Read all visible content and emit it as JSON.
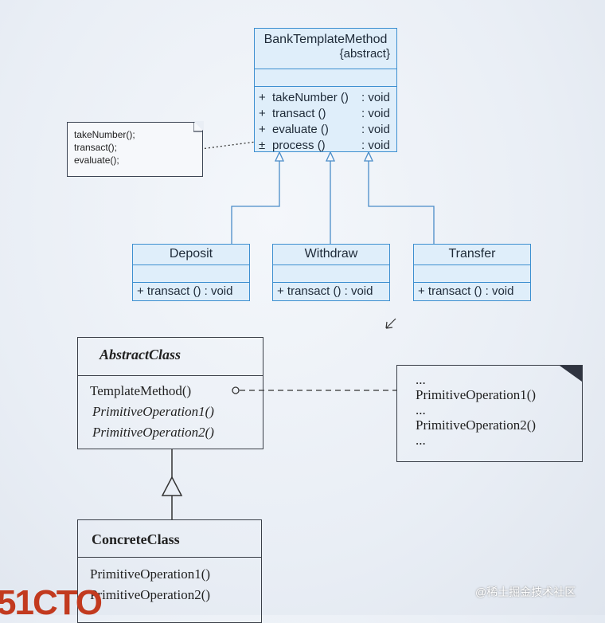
{
  "top_diagram": {
    "bank": {
      "name": "BankTemplateMethod",
      "stereotype": "{abstract}",
      "operations": [
        {
          "vis": "+",
          "name": "takeNumber ()",
          "type": ": void"
        },
        {
          "vis": "+",
          "name": "transact ()",
          "type": ": void"
        },
        {
          "vis": "+",
          "name": "evaluate ()",
          "type": ": void"
        },
        {
          "vis": "±",
          "name": "process ()",
          "type": ": void"
        }
      ]
    },
    "note": [
      "takeNumber();",
      "transact();",
      "evaluate();"
    ],
    "subclasses": [
      {
        "name": "Deposit",
        "operation": "+ transact () : void"
      },
      {
        "name": "Withdraw",
        "operation": "+ transact () : void"
      },
      {
        "name": "Transfer",
        "operation": "+ transact () : void"
      }
    ]
  },
  "bottom_diagram": {
    "abstract_class": {
      "name": "AbstractClass",
      "operations": [
        "TemplateMethod()",
        "PrimitiveOperation1()",
        "PrimitiveOperation2()"
      ]
    },
    "note": {
      "lines": [
        "...",
        "PrimitiveOperation1()",
        "...",
        "PrimitiveOperation2()",
        "..."
      ]
    },
    "concrete_class": {
      "name": "ConcreteClass",
      "operations": [
        "PrimitiveOperation1()",
        "PrimitiveOperation2()"
      ]
    }
  },
  "watermark": "@稀土掘金技术社区",
  "logo": "51CTO"
}
